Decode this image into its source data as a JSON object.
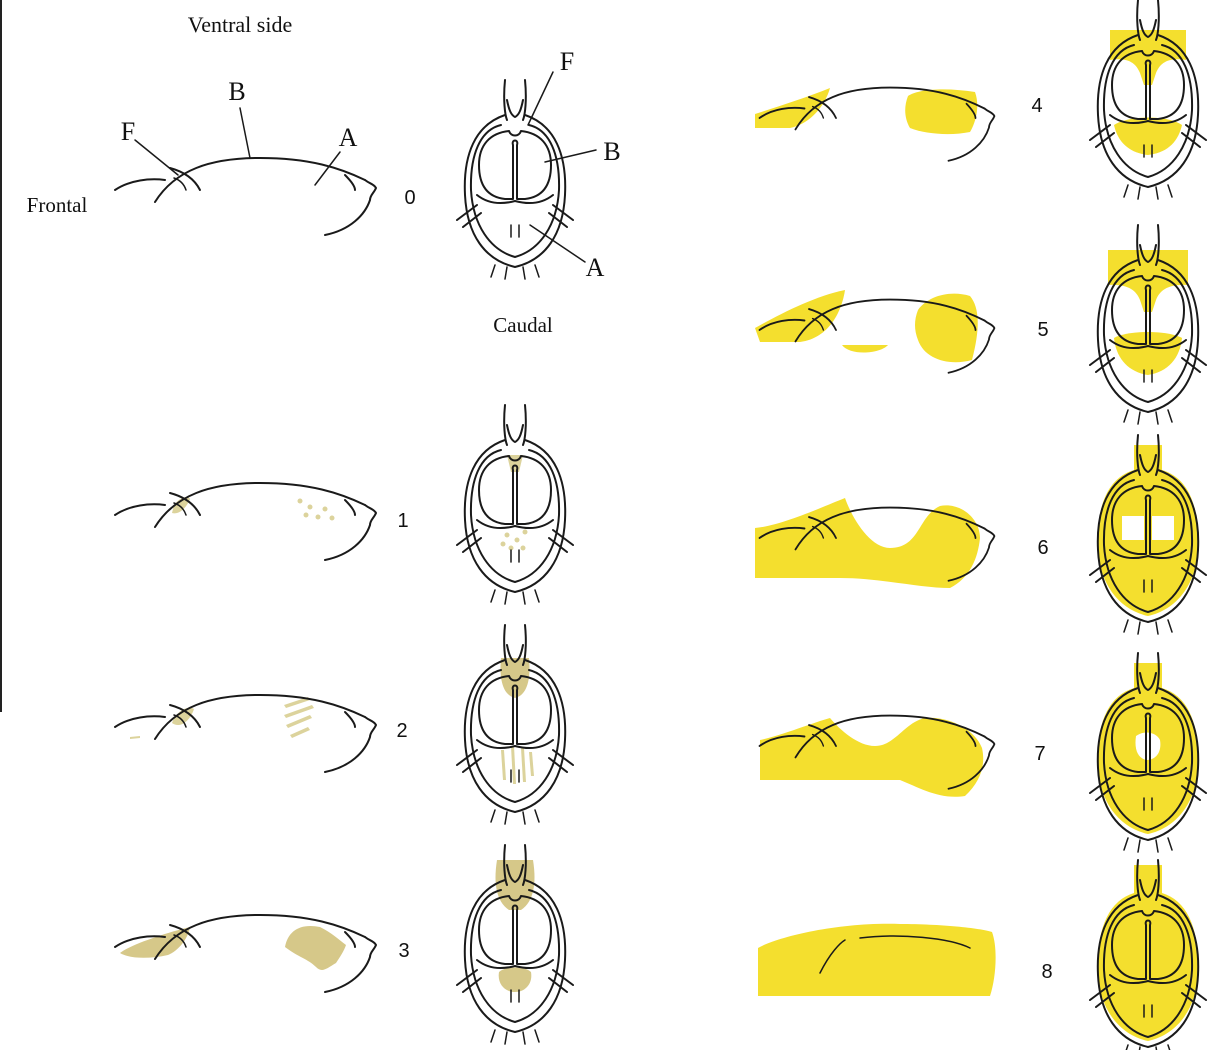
{
  "labels": {
    "ventral": "Ventral side",
    "frontal": "Frontal",
    "caudal": "Caudal",
    "F_side": "F",
    "B_side": "B",
    "A_side": "A",
    "F_top": "F",
    "B_top": "B",
    "A_top": "A"
  },
  "stages": [
    "0",
    "1",
    "2",
    "3",
    "4",
    "5",
    "6",
    "7",
    "8"
  ],
  "colors": {
    "pale_lesion": "#dcd39c",
    "tan_lesion": "#d6c889",
    "yellow_lesion": "#f4df2e",
    "outline": "#1a1a1a"
  }
}
